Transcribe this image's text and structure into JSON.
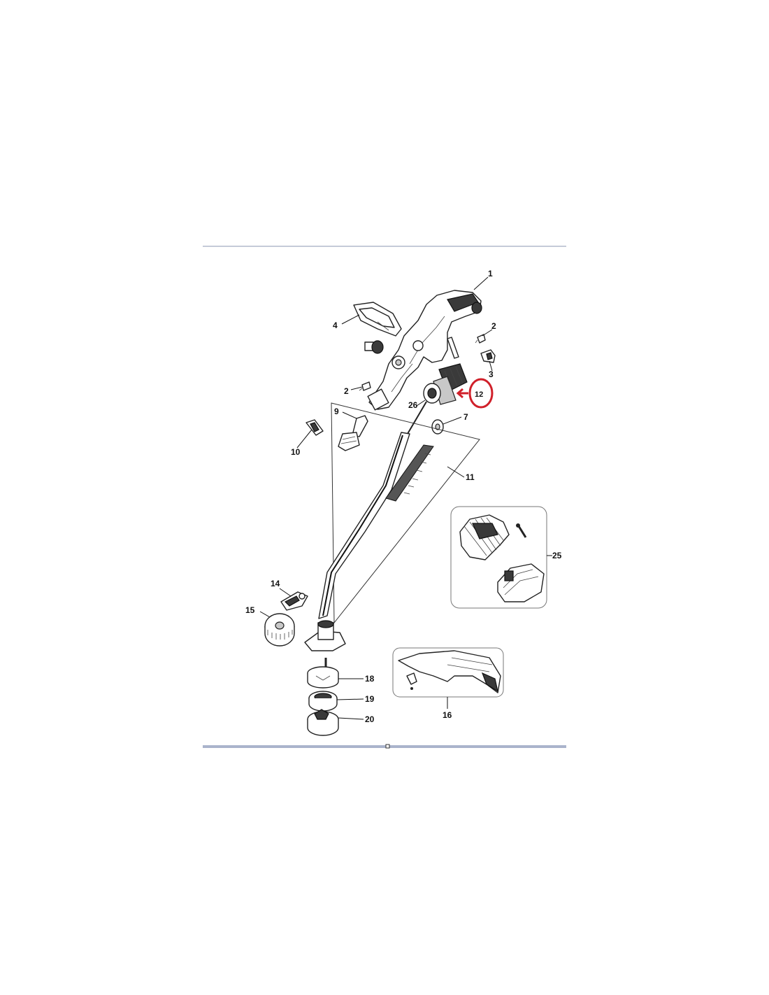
{
  "diagram": {
    "highlight_color": "#d0202a",
    "rule_color": "#c5cad8",
    "bottom_rule_color": "#aab4cc",
    "labels": {
      "p1": "1",
      "p2a": "2",
      "p2b": "2",
      "p3": "3",
      "p4": "4",
      "p7": "7",
      "p9": "9",
      "p10": "10",
      "p11": "11",
      "p12": "12",
      "p14": "14",
      "p15": "15",
      "p16": "16",
      "p18": "18",
      "p19": "19",
      "p20": "20",
      "p25": "25",
      "p26": "26"
    }
  }
}
